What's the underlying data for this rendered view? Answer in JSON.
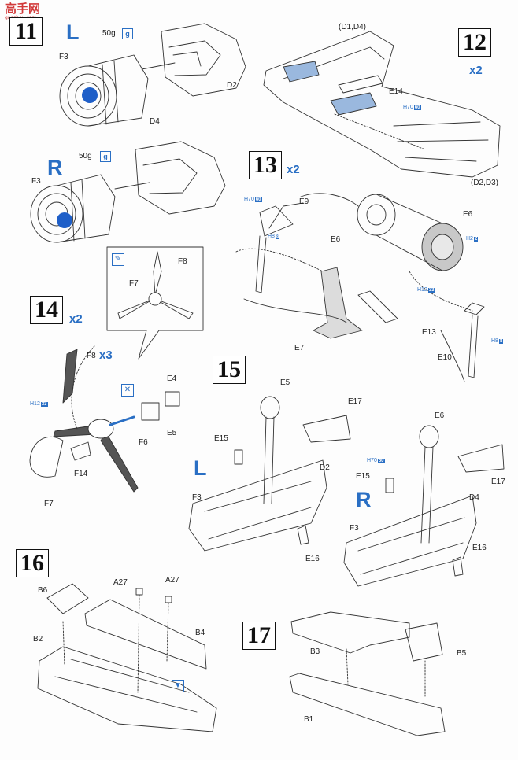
{
  "watermark": {
    "text": "高手网",
    "url": "gaoshou.com"
  },
  "steps": {
    "s11": "11",
    "s12": "12",
    "s13": "13",
    "s14": "14",
    "s15": "15",
    "s16": "16",
    "s17": "17"
  },
  "sides": {
    "left": "L",
    "right": "R"
  },
  "quantities": {
    "x2": "x2",
    "x3": "x3"
  },
  "weights": {
    "g50": "50g"
  },
  "paint": {
    "p60": "H70",
    "p60v": "60",
    "p33": "H12",
    "p33v": "33",
    "p8": "H8",
    "p8v": "8",
    "p2": "H2",
    "p2v": "2"
  },
  "parts": {
    "F3": "F3",
    "D2": "D2",
    "D4": "D4",
    "D1D4": "(D1,D4)",
    "E14": "E14",
    "D2D3": "(D2,D3)",
    "E9": "E9",
    "E6": "E6",
    "E13": "E13",
    "E7": "E7",
    "E10": "E10",
    "F8": "F8",
    "F7": "F7",
    "E4": "E4",
    "E5": "E5",
    "F6": "F6",
    "F14": "F14",
    "E15": "E15",
    "E17": "E17",
    "E16": "E16",
    "A27": "A27",
    "B6": "B6",
    "B2": "B2",
    "B4": "B4",
    "B3": "B3",
    "B5": "B5",
    "B1": "B1"
  },
  "icons": {
    "weight": "weight-icon",
    "cement": "cement-icon",
    "paintbrush": "paintbrush-icon",
    "nocement": "no-cement-icon",
    "glue": "glue-icon"
  },
  "colors": {
    "accent": "#2a6fc4",
    "marker": "#1f5fc8",
    "line": "#333333"
  }
}
